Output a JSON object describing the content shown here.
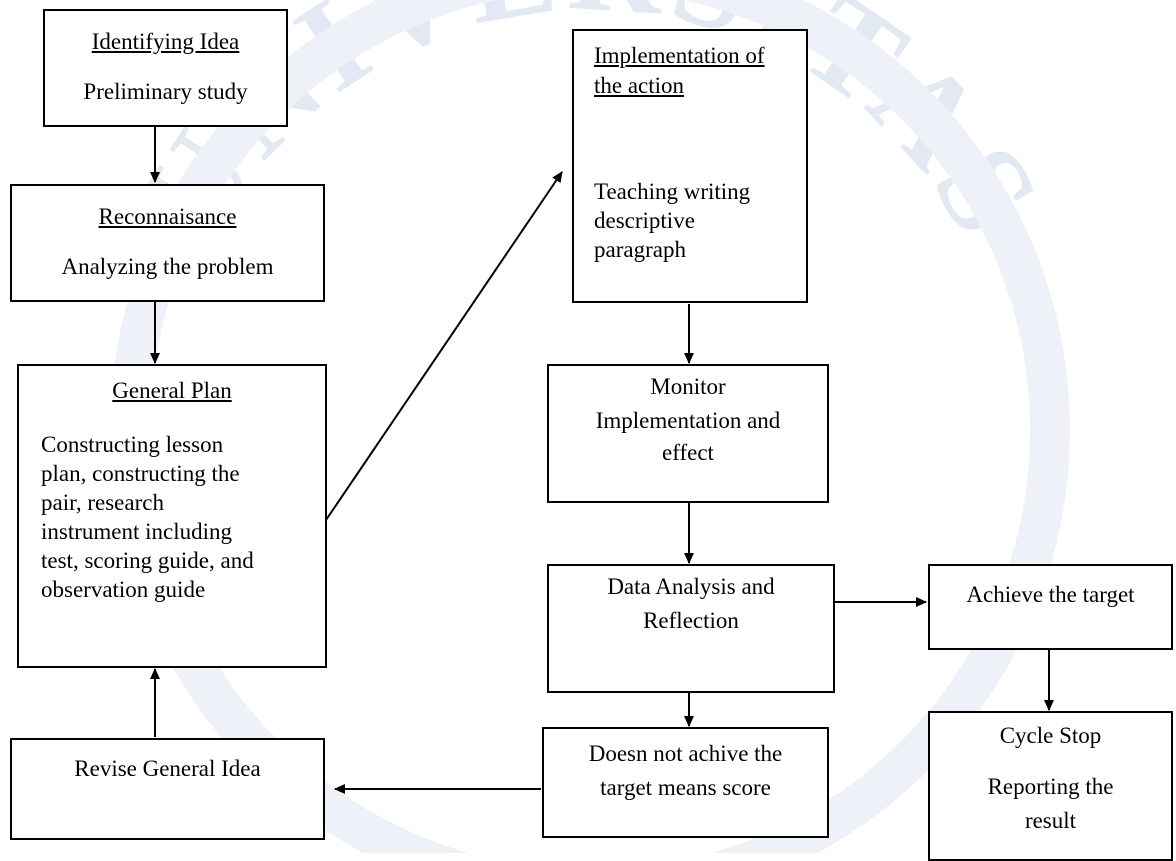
{
  "watermark": {
    "text": "UNIVERSITAS",
    "color": "#dfe6f2"
  },
  "boxes": {
    "identifying": {
      "title": "Identifying Idea",
      "lines": [
        "Preliminary study"
      ]
    },
    "reconnaisance": {
      "title": "Reconnaisance",
      "lines": [
        "Analyzing the problem"
      ]
    },
    "general_plan": {
      "title": "General Plan",
      "lines": [
        "Constructing lesson",
        "plan, constructing the",
        "pair, research",
        "instrument including",
        "test, scoring guide, and",
        "observation guide"
      ]
    },
    "implementation": {
      "title_lines": [
        "Implementation of",
        "the action"
      ],
      "lines": [
        "Teaching writing",
        "descriptive",
        "paragraph"
      ]
    },
    "monitor": {
      "lines": [
        "Monitor",
        "Implementation and",
        "effect"
      ]
    },
    "data_analysis": {
      "lines": [
        "Data Analysis and",
        "Reflection"
      ]
    },
    "achieve": {
      "lines": [
        "Achieve the target"
      ]
    },
    "not_achieve": {
      "lines": [
        "Doesn not achive the",
        "target means score"
      ]
    },
    "revise": {
      "lines": [
        "Revise General Idea"
      ]
    },
    "cycle_stop": {
      "title": "Cycle Stop",
      "lines": [
        "Reporting the",
        "result"
      ]
    }
  }
}
